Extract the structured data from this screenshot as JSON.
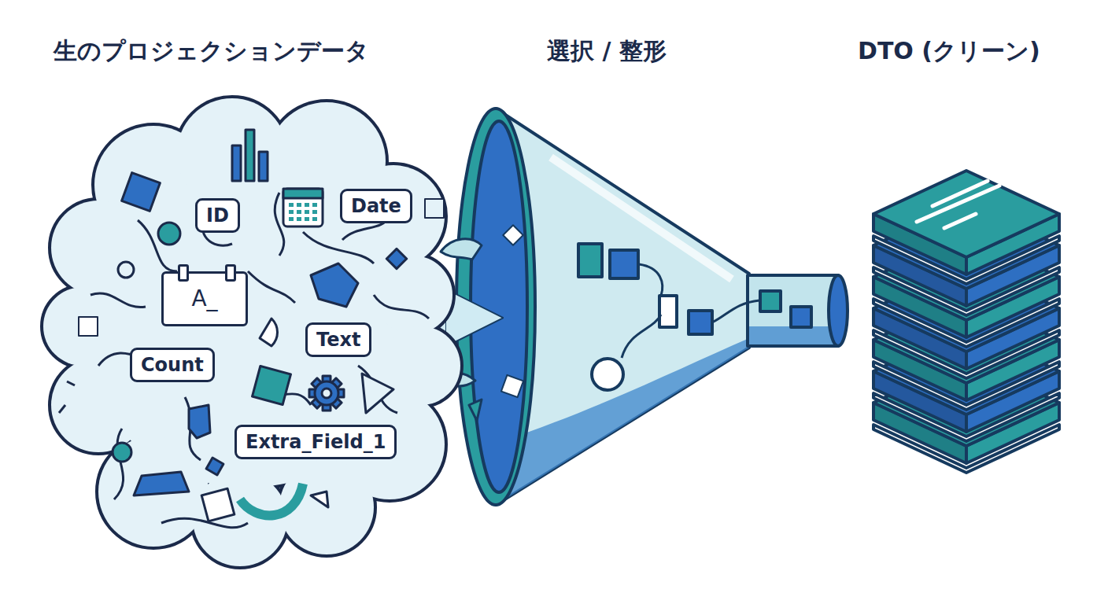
{
  "diagram": {
    "nodes": [
      {
        "text": [
          "生のプロジェクションデータ"
        ]
      },
      {
        "text": [
          "ID"
        ],
        "in": 0
      },
      {
        "text": [
          "Date"
        ],
        "in": 0
      },
      {
        "text": [
          "A_"
        ],
        "in": 0
      },
      {
        "text": [
          "Text"
        ],
        "in": 0
      },
      {
        "text": [
          "Count"
        ],
        "in": 0
      },
      {
        "text": [
          "Extra_Field_1"
        ],
        "in": 0
      },
      {
        "text": [
          "選択 / 整形"
        ]
      },
      {
        "text": [
          "DTO (クリーン)"
        ]
      }
    ],
    "edges": [
      {
        "from": 0,
        "to": 7,
        "arrow": "to"
      }
    ]
  }
}
